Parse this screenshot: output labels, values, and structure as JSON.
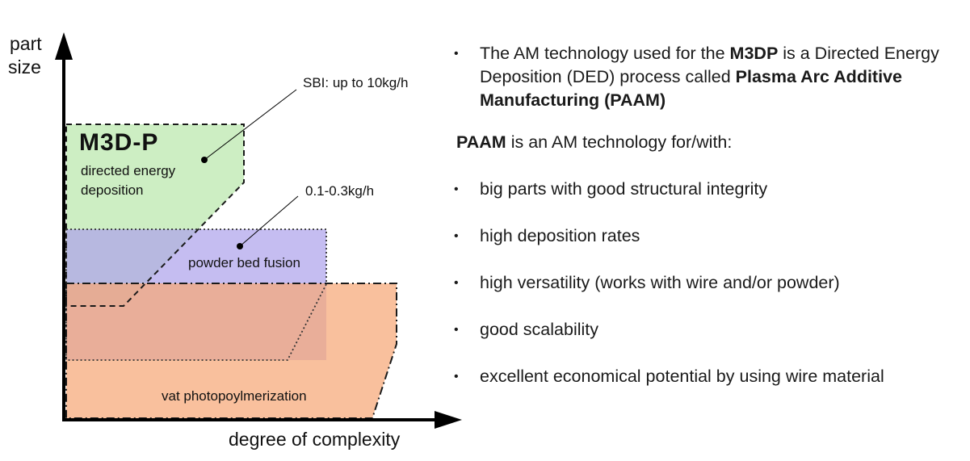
{
  "diagram": {
    "y_axis_label": [
      "part",
      "size"
    ],
    "x_axis_label": "degree of complexity",
    "logo": "M3D-P",
    "regions": {
      "ded": [
        "directed energy",
        "deposition"
      ],
      "pbf": "powder bed fusion",
      "vat": "vat photopoylmerization"
    },
    "callouts": {
      "sbi": "SBI: up to 10kg/h",
      "powder": "0.1-0.3kg/h"
    },
    "colors": {
      "ded": "#cdeec3",
      "pbf": "#b7aef0",
      "vat": "#f9b78e",
      "logo": "#d0191b"
    }
  },
  "text": {
    "intro": {
      "part1": "The AM technology used for the ",
      "m3dp": "M3DP",
      "part2": " is a Directed Energy Deposition (DED) process called ",
      "paam_full": "Plasma Arc Additive Manufacturing (PAAM)"
    },
    "paam_heading": {
      "bold": "PAAM",
      "rest": " is an AM technology for/with:"
    },
    "bullets": [
      "big parts with good structural integrity",
      "high deposition rates",
      "high versatility (works with wire and/or powder)",
      "good scalability",
      "excellent economical potential by using wire material"
    ]
  }
}
